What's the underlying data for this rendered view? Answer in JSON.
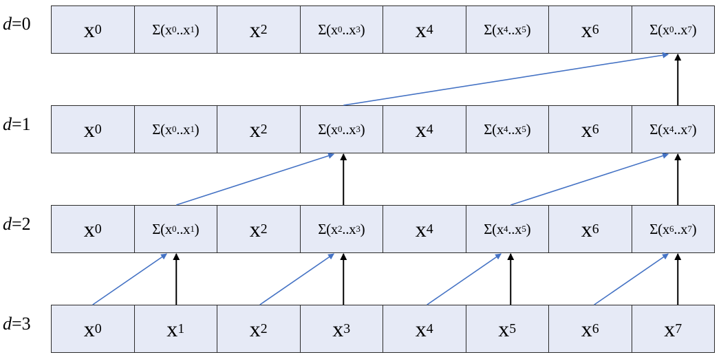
{
  "rows": [
    {
      "label": {
        "var": "d",
        "eq": "=0"
      },
      "cells": [
        {
          "kind": "big",
          "base": "x",
          "sub": "0",
          "tail": ""
        },
        {
          "kind": "sum",
          "base": "Σ(x",
          "sub": "0",
          "mid": "..x",
          "sub2": "1",
          "tail": ")"
        },
        {
          "kind": "big",
          "base": "x",
          "sub": "2",
          "tail": ""
        },
        {
          "kind": "sum",
          "base": "Σ(x",
          "sub": "0",
          "mid": "..x",
          "sub2": "3",
          "tail": ")"
        },
        {
          "kind": "big",
          "base": "x",
          "sub": "4",
          "tail": ""
        },
        {
          "kind": "sum",
          "base": "Σ(x",
          "sub": "4",
          "mid": "..x",
          "sub2": "5",
          "tail": ")"
        },
        {
          "kind": "big",
          "base": "x",
          "sub": "6",
          "tail": ""
        },
        {
          "kind": "sum",
          "base": "Σ(x",
          "sub": "0",
          "mid": "..x",
          "sub2": "7",
          "tail": ")"
        }
      ]
    },
    {
      "label": {
        "var": "d",
        "eq": "=1"
      },
      "cells": [
        {
          "kind": "big",
          "base": "x",
          "sub": "0",
          "tail": ""
        },
        {
          "kind": "sum",
          "base": "Σ(x",
          "sub": "0",
          "mid": "..x",
          "sub2": "1",
          "tail": ")"
        },
        {
          "kind": "big",
          "base": "x",
          "sub": "2",
          "tail": ""
        },
        {
          "kind": "sum",
          "base": "Σ(x",
          "sub": "0",
          "mid": "..x",
          "sub2": "3",
          "tail": ")"
        },
        {
          "kind": "big",
          "base": "x",
          "sub": "4",
          "tail": ""
        },
        {
          "kind": "sum",
          "base": "Σ(x",
          "sub": "4",
          "mid": "..x",
          "sub2": "5",
          "tail": ")"
        },
        {
          "kind": "big",
          "base": "x",
          "sub": "6",
          "tail": ""
        },
        {
          "kind": "sum",
          "base": "Σ(x",
          "sub": "4",
          "mid": "..x",
          "sub2": "7",
          "tail": ")"
        }
      ]
    },
    {
      "label": {
        "var": "d",
        "eq": "=2"
      },
      "cells": [
        {
          "kind": "big",
          "base": "x",
          "sub": "0",
          "tail": ""
        },
        {
          "kind": "sum",
          "base": "Σ(x",
          "sub": "0",
          "mid": "..x",
          "sub2": "1",
          "tail": ")"
        },
        {
          "kind": "big",
          "base": "x",
          "sub": "2",
          "tail": ""
        },
        {
          "kind": "sum",
          "base": "Σ(x",
          "sub": "2",
          "mid": "..x",
          "sub2": "3",
          "tail": ")"
        },
        {
          "kind": "big",
          "base": "x",
          "sub": "4",
          "tail": ""
        },
        {
          "kind": "sum",
          "base": "Σ(x",
          "sub": "4",
          "mid": "..x",
          "sub2": "5",
          "tail": ")"
        },
        {
          "kind": "big",
          "base": "x",
          "sub": "6",
          "tail": ""
        },
        {
          "kind": "sum",
          "base": "Σ(x",
          "sub": "6",
          "mid": "..x",
          "sub2": "7",
          "tail": ")"
        }
      ]
    },
    {
      "label": {
        "var": "d",
        "eq": "=3"
      },
      "cells": [
        {
          "kind": "big",
          "base": "x",
          "sub": "0",
          "tail": ""
        },
        {
          "kind": "big",
          "base": "x",
          "sub": "1",
          "tail": ""
        },
        {
          "kind": "big",
          "base": "x",
          "sub": "2",
          "tail": ""
        },
        {
          "kind": "big",
          "base": "x",
          "sub": "3",
          "tail": ""
        },
        {
          "kind": "big",
          "base": "x",
          "sub": "4",
          "tail": ""
        },
        {
          "kind": "big",
          "base": "x",
          "sub": "5",
          "tail": ""
        },
        {
          "kind": "big",
          "base": "x",
          "sub": "6",
          "tail": ""
        },
        {
          "kind": "big",
          "base": "x",
          "sub": "7",
          "tail": ""
        }
      ]
    }
  ],
  "arrows": [
    {
      "from": [
        3,
        0
      ],
      "to": [
        2,
        1
      ],
      "color": "blue"
    },
    {
      "from": [
        3,
        1
      ],
      "to": [
        2,
        1
      ],
      "color": "black"
    },
    {
      "from": [
        3,
        2
      ],
      "to": [
        2,
        3
      ],
      "color": "blue"
    },
    {
      "from": [
        3,
        3
      ],
      "to": [
        2,
        3
      ],
      "color": "black"
    },
    {
      "from": [
        3,
        4
      ],
      "to": [
        2,
        5
      ],
      "color": "blue"
    },
    {
      "from": [
        3,
        5
      ],
      "to": [
        2,
        5
      ],
      "color": "black"
    },
    {
      "from": [
        3,
        6
      ],
      "to": [
        2,
        7
      ],
      "color": "blue"
    },
    {
      "from": [
        3,
        7
      ],
      "to": [
        2,
        7
      ],
      "color": "black"
    },
    {
      "from": [
        2,
        1
      ],
      "to": [
        1,
        3
      ],
      "color": "blue"
    },
    {
      "from": [
        2,
        3
      ],
      "to": [
        1,
        3
      ],
      "color": "black"
    },
    {
      "from": [
        2,
        5
      ],
      "to": [
        1,
        7
      ],
      "color": "blue"
    },
    {
      "from": [
        2,
        7
      ],
      "to": [
        1,
        7
      ],
      "color": "black"
    },
    {
      "from": [
        1,
        3
      ],
      "to": [
        0,
        7
      ],
      "color": "blue"
    },
    {
      "from": [
        1,
        7
      ],
      "to": [
        0,
        7
      ],
      "color": "black"
    }
  ],
  "colors": {
    "cell_fill": "#e6eaf6",
    "cell_border": "#2a2a2a",
    "blue_arrow": "#4472c4",
    "black_arrow": "#000000"
  }
}
